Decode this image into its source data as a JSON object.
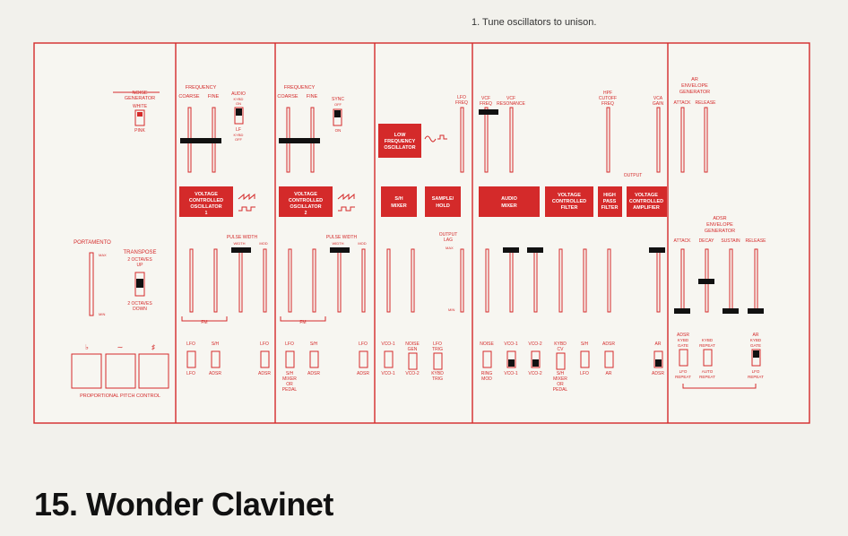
{
  "instruction": "1. Tune oscillators to unison.",
  "page_title": "15. Wonder Clavinet",
  "colors": {
    "panel_red": "#d42a2a",
    "panel_bg": "#f7f6f1",
    "knob_black": "#111111"
  },
  "noise": {
    "title1": "NOISE",
    "title2": "GENERATOR",
    "white": "WHITE",
    "pink": "PINK"
  },
  "portamento": {
    "label": "PORTAMENTO",
    "max": "MAX",
    "min": "MIN"
  },
  "transpose": {
    "label": "TRANSPOSE",
    "up1": "2 OCTAVES",
    "up2": "UP",
    "down1": "2 OCTAVES",
    "down2": "DOWN"
  },
  "pitch": {
    "label": "PROPORTIONAL PITCH CONTROL",
    "flat": "♭",
    "wave": "∼",
    "sharp": "♯"
  },
  "vco1": {
    "frequency": "FREQUENCY",
    "coarse": "COARSE",
    "fine": "FINE",
    "audio1": "AUDIO",
    "audio2": "KYBD",
    "audio3": "ON",
    "lf": "LF",
    "lf2": "KYBD",
    "lf3": "OFF",
    "box1": "VOLTAGE",
    "box2": "CONTROLLED",
    "box3": "OSCILLATOR",
    "box4": "1",
    "pulse_width": "PULSE WIDTH",
    "width": "WIDTH",
    "mod": "MOD",
    "fm": "FM",
    "m1a": "LFO",
    "m1b": "LFO",
    "m2a": "S/H",
    "m2b": "ADSR",
    "m3a": "LFO",
    "m3b": "ADSR"
  },
  "vco2": {
    "frequency": "FREQUENCY",
    "coarse": "COARSE",
    "fine": "FINE",
    "sync1": "SYNC",
    "sync2": "OFF",
    "sync3": "ON",
    "box1": "VOLTAGE",
    "box2": "CONTROLLED",
    "box3": "OSCILLATOR",
    "box4": "2",
    "pulse_width": "PULSE WIDTH",
    "width": "WIDTH",
    "mod": "MOD",
    "fm": "FM",
    "m1a": "LFO",
    "m1b": "S/H",
    "m1c": "MIXER",
    "m1d": "OR",
    "m1e": "PEDAL",
    "m2a": "S/H",
    "m2b": "ADSR",
    "m3a": "LFO",
    "m3b": "ADSR"
  },
  "sh": {
    "lfo1": "LOW",
    "lfo2": "FREQUENCY",
    "lfo3": "OSCILLATOR",
    "lfo_freq1": "LFO",
    "lfo_freq2": "FREQ",
    "mixer1": "S/H",
    "mixer2": "MIXER",
    "hold1": "SAMPLE/",
    "hold2": "HOLD",
    "lag1": "OUTPUT",
    "lag2": "LAG",
    "max": "MAX",
    "min": "MIN",
    "s1a": "VCO-1",
    "s1b": "VCO-1",
    "s2a": "NOISE",
    "s2b": "GEN",
    "s2c": "VCO-2",
    "s3a": "LFO",
    "s3b": "TRIG",
    "s3c": "KYBD",
    "s3d": "TRIG"
  },
  "audio": {
    "vcf_freq1": "VCF",
    "vcf_freq2": "FREQ",
    "vcf_res1": "VCF",
    "vcf_res2": "RESONANCE",
    "hpf1": "HPF",
    "hpf2": "CUTOFF",
    "hpf3": "FREQ",
    "vca1": "VCA",
    "vca2": "GAIN",
    "mixer1": "AUDIO",
    "mixer2": "MIXER",
    "vcf1": "VOLTAGE",
    "vcf2": "CONTROLLED",
    "vcf3": "FILTER",
    "hp1": "HIGH",
    "hp2": "PASS",
    "hp3": "FILTER",
    "vca_box1": "VOLTAGE",
    "vca_box2": "CONTROLLED",
    "vca_box3": "AMPLIFIER",
    "output": "OUTPUT",
    "a1a": "NOISE",
    "a1b": "RING",
    "a1c": "MOD",
    "a2a": "VCO-1",
    "a2b": "VCO-1",
    "a3a": "VCO-2",
    "a3b": "VCO-2",
    "a4a": "KYBD",
    "a4b": "CV",
    "a4c": "S/H",
    "a4d": "MIXER",
    "a4e": "OR",
    "a4f": "PEDAL",
    "a5a": "S/H",
    "a5b": "LFO",
    "a6a": "ADSR",
    "a6b": "AR",
    "a7a": "AR",
    "a7b": "ADSR"
  },
  "env": {
    "ar1": "AR",
    "ar2": "ENVELOPE",
    "ar3": "GENERATOR",
    "attack": "ATTACK",
    "release": "RELEASE",
    "adsr1": "ADSR",
    "adsr2": "ENVELOPE",
    "adsr3": "GENERATOR",
    "decay": "DECAY",
    "sustain": "SUSTAIN",
    "g1": "ADSR",
    "g2": "KYBD",
    "g3": "GATE",
    "g4": "LFO",
    "g5": "REPEAT",
    "r1": "KYBD",
    "r2": "REPEAT",
    "r3": "AUTO",
    "r4": "REPEAT",
    "h1": "AR",
    "h2": "KYBD",
    "h3": "GATE",
    "h4": "LFO",
    "h5": "REPEAT"
  }
}
